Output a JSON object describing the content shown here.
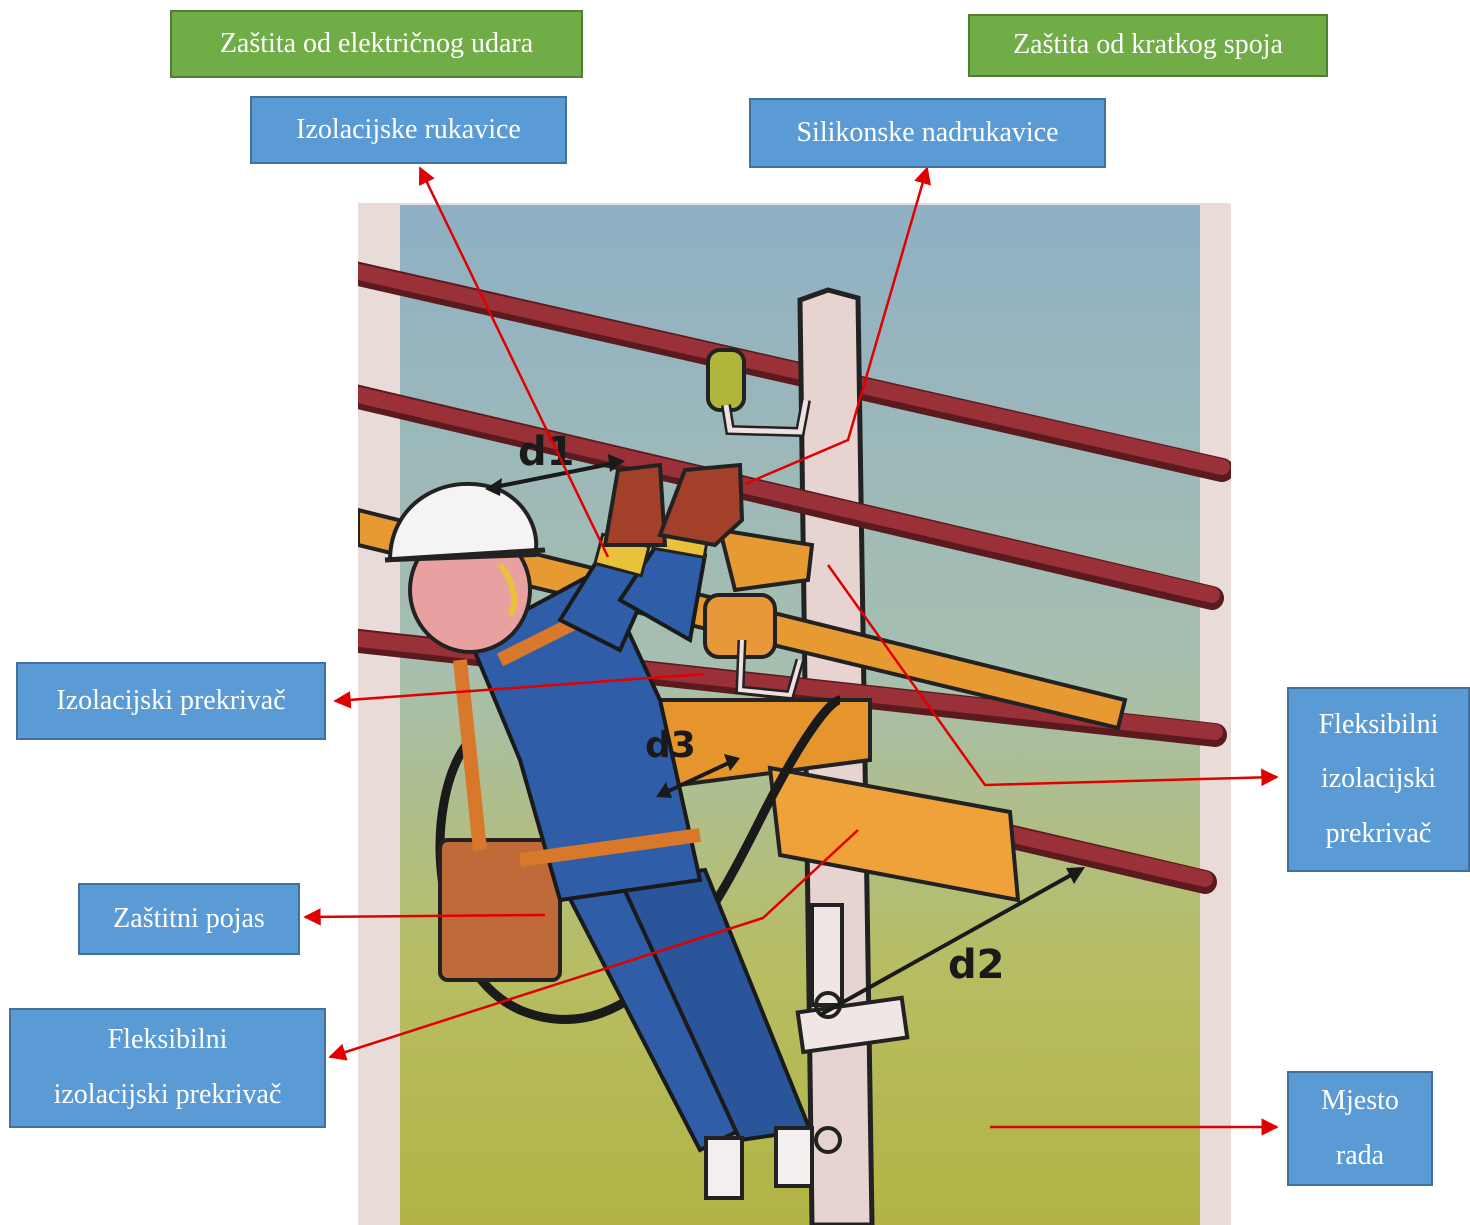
{
  "headings": {
    "shock": "Zaštita od električnog udara",
    "short_circuit": "Zaštita od kratkog spoja"
  },
  "labels": {
    "gloves": "Izolacijske rukavice",
    "sleeves": "Silikonske nadrukavice",
    "cover": "Izolacijski prekrivač",
    "flex_right_1": "Fleksibilni",
    "flex_right_2": "izolacijski",
    "flex_right_3": "prekrivač",
    "belt": "Zaštitni pojas",
    "flex_left_1": "Fleksibilni",
    "flex_left_2": "izolacijski prekrivač",
    "workplace_1": "Mjesto",
    "workplace_2": "rada"
  },
  "distances": {
    "d1": "d1",
    "d2": "d2",
    "d3": "d3"
  },
  "colors": {
    "heading_green": "#70ad47",
    "label_blue": "#5b9bd5",
    "arrow_red": "#e00000",
    "sky": "#8fb0c0",
    "ground": "#b8b84a",
    "conductor": "#8b2a30",
    "insulating_orange": "#e89a32",
    "overall_blue": "#2f5da8",
    "glove_brown": "#a3402a"
  }
}
